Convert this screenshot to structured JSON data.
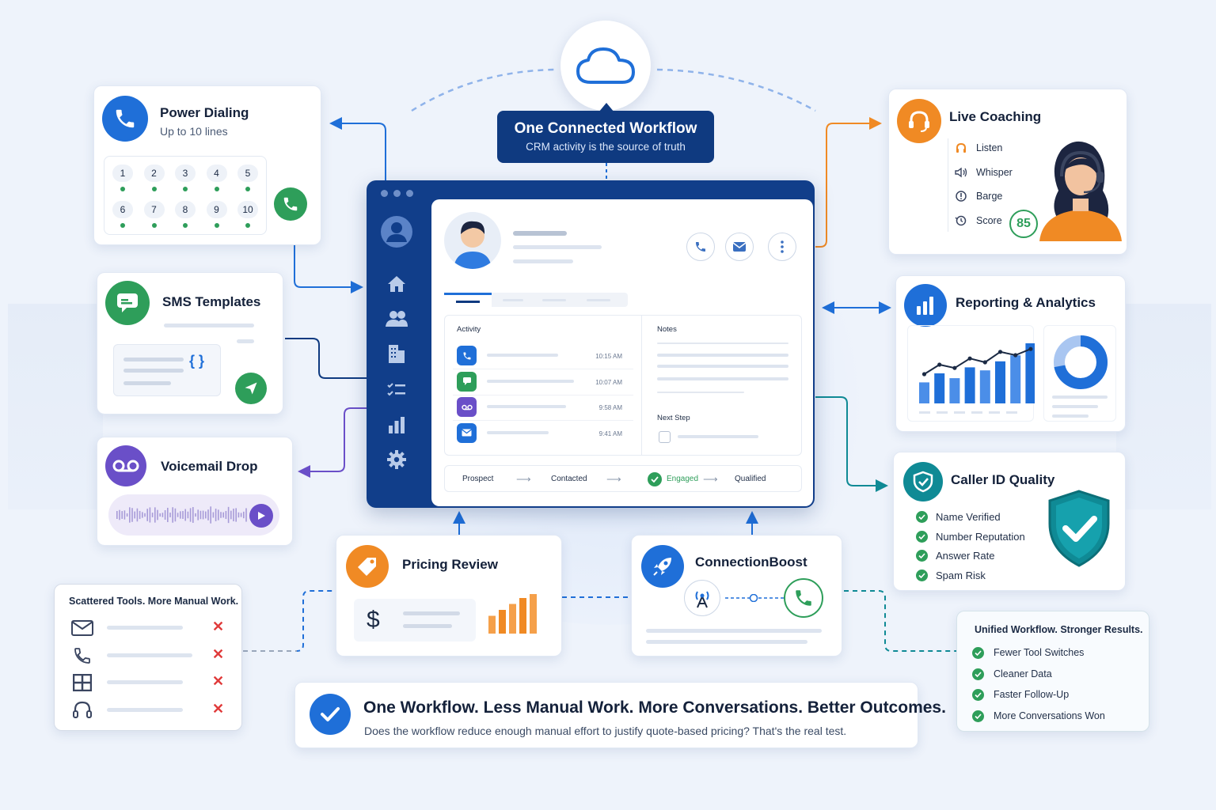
{
  "hub": {
    "title": "One Connected Workflow",
    "subtitle": "CRM activity is the source of truth"
  },
  "power_dialing": {
    "title": "Power Dialing",
    "subtitle": "Up to 10 lines",
    "keys": [
      "1",
      "2",
      "3",
      "4",
      "5",
      "6",
      "7",
      "8",
      "9",
      "10"
    ]
  },
  "sms_templates": {
    "title": "SMS Templates",
    "template_icon": "{ }"
  },
  "voicemail_drop": {
    "title": "Voicemail Drop"
  },
  "live_coaching": {
    "title": "Live Coaching",
    "items": [
      "Listen",
      "Whisper",
      "Barge",
      "Score"
    ],
    "score": "85"
  },
  "reporting": {
    "title": "Reporting & Analytics",
    "bars": [
      0.35,
      0.5,
      0.42,
      0.6,
      0.55,
      0.7,
      0.8,
      1.0
    ],
    "line": [
      0.45,
      0.65,
      0.58,
      0.78,
      0.7,
      0.92,
      0.85,
      0.98
    ],
    "donut_fraction": 0.72
  },
  "caller_id": {
    "title": "Caller ID Quality",
    "items": [
      "Name Verified",
      "Number Reputation",
      "Answer Rate",
      "Spam Risk"
    ]
  },
  "crm": {
    "activity_label": "Activity",
    "notes_label": "Notes",
    "next_step_label": "Next Step",
    "activity": [
      {
        "icon": "phone-icon",
        "time": "10:15 AM",
        "color": "#1f6fd8"
      },
      {
        "icon": "chat-icon",
        "time": "10:07 AM",
        "color": "#2e9e5a"
      },
      {
        "icon": "voicemail-icon",
        "time": "9:58 AM",
        "color": "#6a4fc8"
      },
      {
        "icon": "mail-icon",
        "time": "9:41 AM",
        "color": "#1f6fd8"
      }
    ],
    "stages": [
      "Prospect",
      "Contacted",
      "Engaged",
      "Qualified"
    ]
  },
  "pricing": {
    "title": "Pricing Review",
    "currency": "$",
    "bars": [
      0.45,
      0.6,
      0.75,
      0.9,
      1.0
    ]
  },
  "connection_boost": {
    "title": "ConnectionBoost"
  },
  "scattered": {
    "title": "Scattered Tools. More Manual Work."
  },
  "unified": {
    "title": "Unified Workflow. Stronger Results.",
    "items": [
      "Fewer Tool Switches",
      "Cleaner Data",
      "Faster Follow-Up",
      "More Conversations Won"
    ]
  },
  "bottom": {
    "title": "One Workflow. Less Manual Work. More Conversations. Better Outcomes.",
    "subtitle": "Does the workflow reduce enough manual effort to justify quote-based pricing?  That's the real test."
  },
  "colors": {
    "blue": "#1f6fd8",
    "navy": "#0f3a80",
    "green": "#2e9e5a",
    "orange": "#f08a24",
    "purple": "#6a4fc8",
    "teal": "#0f8a95"
  }
}
